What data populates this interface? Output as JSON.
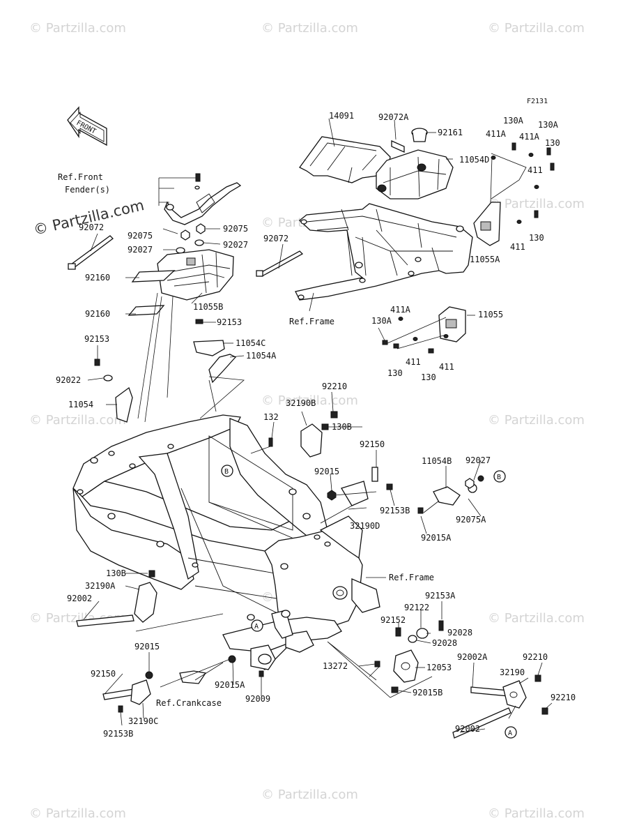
{
  "diagram_code": "F2131",
  "front_arrow_label": "FRONT",
  "watermark": "© Partzilla.com",
  "reference_labels": {
    "front_fender": "Ref.Front",
    "front_fender_2": "Fender(s)",
    "frame_top": "Ref.Frame",
    "frame_right": "Ref.Frame",
    "crankcase": "Ref.Crankcase"
  },
  "callouts": {
    "a_left": "A",
    "a_bottom": "A",
    "b_left": "B",
    "b_right": "B"
  },
  "part_labels": [
    "14091",
    "92072A",
    "92161",
    "130A",
    "411A",
    "411A",
    "130A",
    "130",
    "11054D",
    "411",
    "411",
    "130",
    "11055A",
    "92072",
    "92075",
    "92075",
    "92027",
    "92027",
    "92072",
    "92160",
    "92160",
    "11055B",
    "92153",
    "11054C",
    "11054A",
    "92153",
    "92022",
    "11054",
    "411A",
    "130A",
    "11055",
    "130",
    "411",
    "130",
    "411",
    "92210",
    "32190B",
    "132",
    "130B",
    "92150",
    "92015",
    "92153B",
    "32190D",
    "11054B",
    "92027",
    "92075A",
    "92015A",
    "130B",
    "32190A",
    "92002",
    "92153A",
    "92122",
    "92152",
    "92028",
    "92028",
    "92015",
    "13272",
    "12053",
    "92015A",
    "92009",
    "92150",
    "32190C",
    "92153B",
    "92015B",
    "92002A",
    "92210",
    "32190",
    "92210",
    "92002"
  ]
}
